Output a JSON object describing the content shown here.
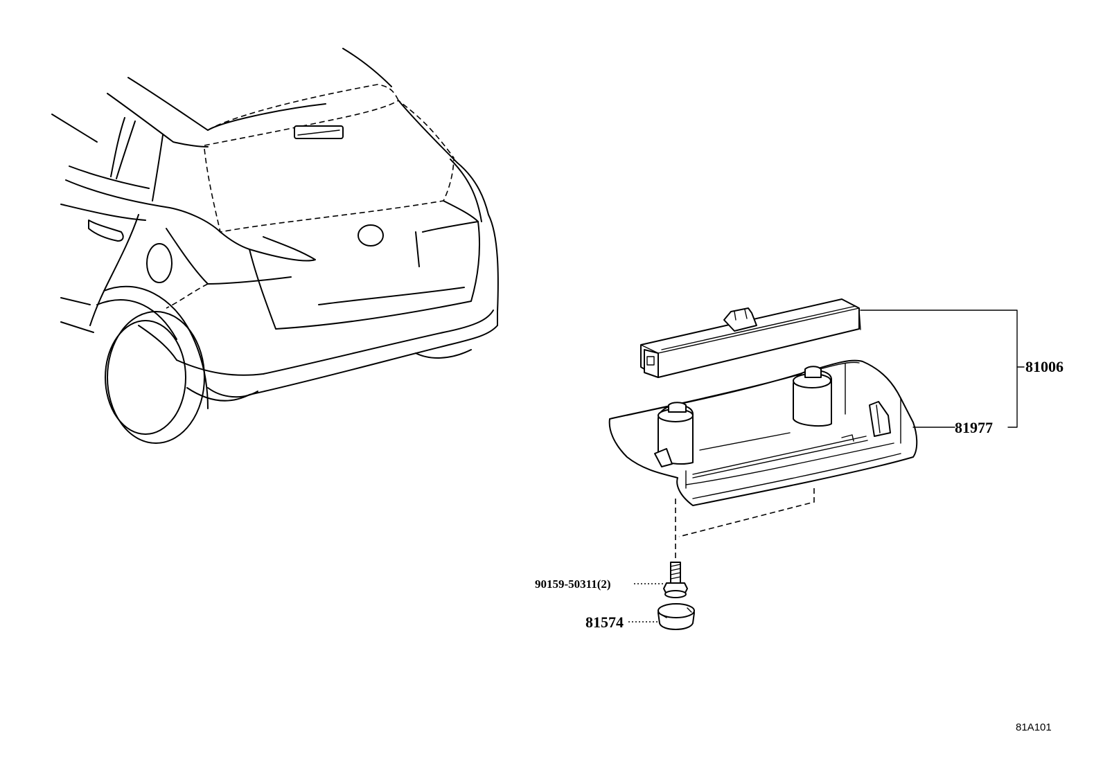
{
  "diagram": {
    "labels": {
      "light_assembly": "81006",
      "cover": "81977",
      "screw": "90159-50311(2)",
      "cap": "81574"
    },
    "figure_code": "81A101"
  }
}
